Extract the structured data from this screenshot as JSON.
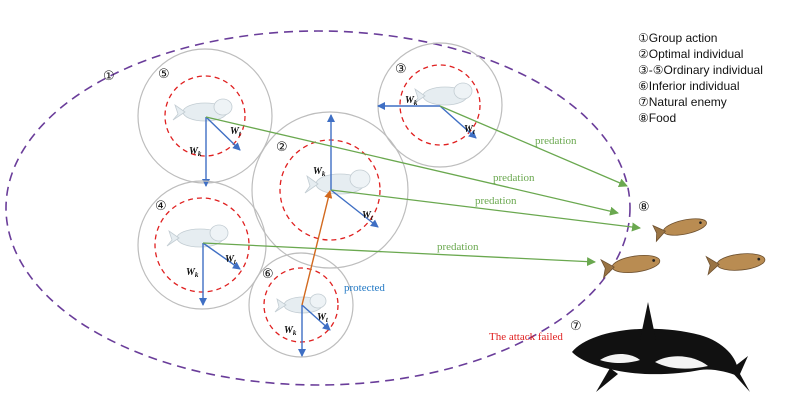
{
  "legend": [
    {
      "num": "①",
      "text": "Group action"
    },
    {
      "num": "②",
      "text": "Optimal individual"
    },
    {
      "num": "③-⑤",
      "text": "Ordinary individual"
    },
    {
      "num": "⑥",
      "text": "Inferior individual"
    },
    {
      "num": "⑦",
      "text": "Natural enemy"
    },
    {
      "num": "⑧",
      "text": "Food"
    }
  ],
  "labels": {
    "group": "①",
    "ind2": "②",
    "ind3": "③",
    "ind4": "④",
    "ind5": "⑤",
    "ind6": "⑥",
    "enemy": "⑦",
    "food": "⑧",
    "wk": "W",
    "wk_sub": "k",
    "wt": "W",
    "wt_sub": "t",
    "predation": "predation",
    "protected": "protected",
    "attack_failed": "The attack failed"
  },
  "colors": {
    "ellipse": "#6a3d9a",
    "outer_circle": "#bdbdbd",
    "inner_circle": "#e02020",
    "vector": "#3f6fc4",
    "predation": "#6aa84f",
    "protect_arrow": "#d2691e",
    "protected_text": "#1f77c4",
    "fail_text": "#e02020"
  }
}
